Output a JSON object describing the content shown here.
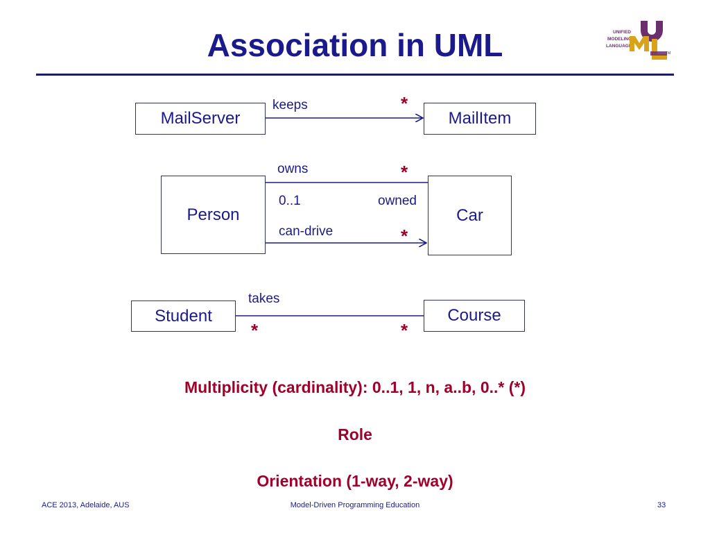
{
  "title": "Association in UML",
  "logo": {
    "line1": "UNIFIED",
    "line2": "MODELING",
    "line3": "LANGUAGE",
    "mark": "UML",
    "tm": "TM"
  },
  "diagram": {
    "mailserver": "MailServer",
    "mailitem": "MailItem",
    "keeps": "keeps",
    "keeps_mult": "*",
    "person": "Person",
    "car": "Car",
    "owns": "owns",
    "owns_mult": "*",
    "owner_mult": "0..1",
    "owned": "owned",
    "candrive": "can-drive",
    "candrive_mult": "*",
    "student": "Student",
    "course": "Course",
    "takes": "takes",
    "takes_mult_left": "*",
    "takes_mult_right": "*"
  },
  "notes": {
    "multiplicity": "Multiplicity (cardinality):  0..1, 1, n, a..b, 0..* (*)",
    "role": "Role",
    "orientation": "Orientation (1-way, 2-way)"
  },
  "footer": {
    "left": "ACE 2013, Adelaide, AUS",
    "center": "Model-Driven Programming Education",
    "page": "33"
  },
  "colors": {
    "title": "#1a1a8c",
    "accent": "#a0002a",
    "logo_gold": "#d9a21b",
    "logo_purple": "#6b2e6e"
  }
}
